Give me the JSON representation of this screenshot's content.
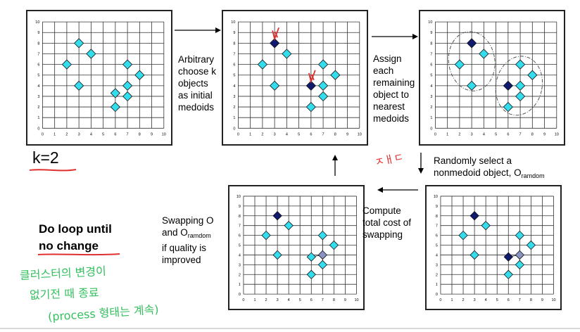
{
  "labels": {
    "k_label": "k=2",
    "step1": [
      "Arbitrary",
      "choose k",
      "objects",
      "as initial",
      "medoids"
    ],
    "step2": [
      "Assign",
      "each",
      "remaining",
      "object to",
      "nearest",
      "medoids"
    ],
    "step3_line1": "Randomly select a",
    "step3_line2_main": "nonmedoid object, O",
    "step3_line2_sub": "ramdom",
    "step4": [
      "Compute",
      "total cost of",
      "swapping"
    ],
    "step5_line1": "Swapping O",
    "step5_line2_main": "and O",
    "step5_line2_sub": "ramdom",
    "step5_line3": "if quality is",
    "step5_line4": "improved",
    "loop_line1": "Do loop until",
    "loop_line2": "no change"
  },
  "handwriting": {
    "red_note": "ㅈㅐㄷ",
    "green_line1": "클러스터의 변경이",
    "green_line2": "없기전 때 종료",
    "green_line3": "(process 형태는 계속)"
  },
  "colors": {
    "cyan": "#33ddee",
    "navy": "#101a6e",
    "gray_blue": "#8a93c4",
    "red_ink": "#e03030",
    "green_ink": "#35c060"
  },
  "grid": {
    "ticks": [
      0,
      1,
      2,
      3,
      4,
      5,
      6,
      7,
      8,
      9,
      10
    ]
  },
  "chart_data": [
    {
      "type": "scatter",
      "id": "initial",
      "xlim": [
        0,
        10
      ],
      "ylim": [
        0,
        10
      ],
      "points": [
        {
          "x": 2,
          "y": 6,
          "kind": "object"
        },
        {
          "x": 3,
          "y": 8,
          "kind": "object"
        },
        {
          "x": 3,
          "y": 4,
          "kind": "object"
        },
        {
          "x": 4,
          "y": 7,
          "kind": "object"
        },
        {
          "x": 6,
          "y": 2,
          "kind": "object"
        },
        {
          "x": 6,
          "y": 3.3,
          "kind": "object"
        },
        {
          "x": 7,
          "y": 3,
          "kind": "object"
        },
        {
          "x": 7,
          "y": 4,
          "kind": "object"
        },
        {
          "x": 7,
          "y": 6,
          "kind": "object"
        },
        {
          "x": 8,
          "y": 5,
          "kind": "object"
        }
      ]
    },
    {
      "type": "scatter",
      "id": "choose-medoids",
      "xlim": [
        0,
        10
      ],
      "ylim": [
        0,
        10
      ],
      "points": [
        {
          "x": 2,
          "y": 6,
          "kind": "object"
        },
        {
          "x": 3,
          "y": 8,
          "kind": "medoid"
        },
        {
          "x": 3,
          "y": 4,
          "kind": "object"
        },
        {
          "x": 4,
          "y": 7,
          "kind": "object"
        },
        {
          "x": 6,
          "y": 2,
          "kind": "object"
        },
        {
          "x": 6,
          "y": 4,
          "kind": "medoid"
        },
        {
          "x": 7,
          "y": 3,
          "kind": "object"
        },
        {
          "x": 7,
          "y": 4,
          "kind": "object"
        },
        {
          "x": 7,
          "y": 6,
          "kind": "object"
        },
        {
          "x": 8,
          "y": 5,
          "kind": "object"
        }
      ]
    },
    {
      "type": "scatter",
      "id": "assign",
      "xlim": [
        0,
        10
      ],
      "ylim": [
        0,
        10
      ],
      "points": [
        {
          "x": 2,
          "y": 6,
          "kind": "object"
        },
        {
          "x": 3,
          "y": 8,
          "kind": "medoid"
        },
        {
          "x": 3,
          "y": 4,
          "kind": "object"
        },
        {
          "x": 4,
          "y": 7,
          "kind": "object"
        },
        {
          "x": 6,
          "y": 2,
          "kind": "object"
        },
        {
          "x": 6,
          "y": 4,
          "kind": "medoid"
        },
        {
          "x": 7,
          "y": 3,
          "kind": "object"
        },
        {
          "x": 7,
          "y": 4,
          "kind": "object"
        },
        {
          "x": 7,
          "y": 6,
          "kind": "object"
        },
        {
          "x": 8,
          "y": 5,
          "kind": "object"
        }
      ]
    },
    {
      "type": "scatter",
      "id": "random-select",
      "xlim": [
        0,
        10
      ],
      "ylim": [
        0,
        10
      ],
      "points": [
        {
          "x": 2,
          "y": 6,
          "kind": "object"
        },
        {
          "x": 3,
          "y": 8,
          "kind": "medoid"
        },
        {
          "x": 3,
          "y": 4,
          "kind": "object"
        },
        {
          "x": 4,
          "y": 7,
          "kind": "object"
        },
        {
          "x": 6,
          "y": 2,
          "kind": "object"
        },
        {
          "x": 6,
          "y": 3.8,
          "kind": "medoid"
        },
        {
          "x": 7,
          "y": 3,
          "kind": "object"
        },
        {
          "x": 7,
          "y": 4,
          "kind": "random"
        },
        {
          "x": 7,
          "y": 6,
          "kind": "object"
        },
        {
          "x": 8,
          "y": 5,
          "kind": "object"
        }
      ]
    },
    {
      "type": "scatter",
      "id": "swapped",
      "xlim": [
        0,
        10
      ],
      "ylim": [
        0,
        10
      ],
      "points": [
        {
          "x": 2,
          "y": 6,
          "kind": "object"
        },
        {
          "x": 3,
          "y": 8,
          "kind": "medoid"
        },
        {
          "x": 3,
          "y": 4,
          "kind": "object"
        },
        {
          "x": 4,
          "y": 7,
          "kind": "object"
        },
        {
          "x": 6,
          "y": 2,
          "kind": "object"
        },
        {
          "x": 6,
          "y": 3.8,
          "kind": "object"
        },
        {
          "x": 7,
          "y": 3,
          "kind": "object"
        },
        {
          "x": 7,
          "y": 4,
          "kind": "random"
        },
        {
          "x": 7,
          "y": 6,
          "kind": "object"
        },
        {
          "x": 8,
          "y": 5,
          "kind": "object"
        }
      ]
    }
  ]
}
